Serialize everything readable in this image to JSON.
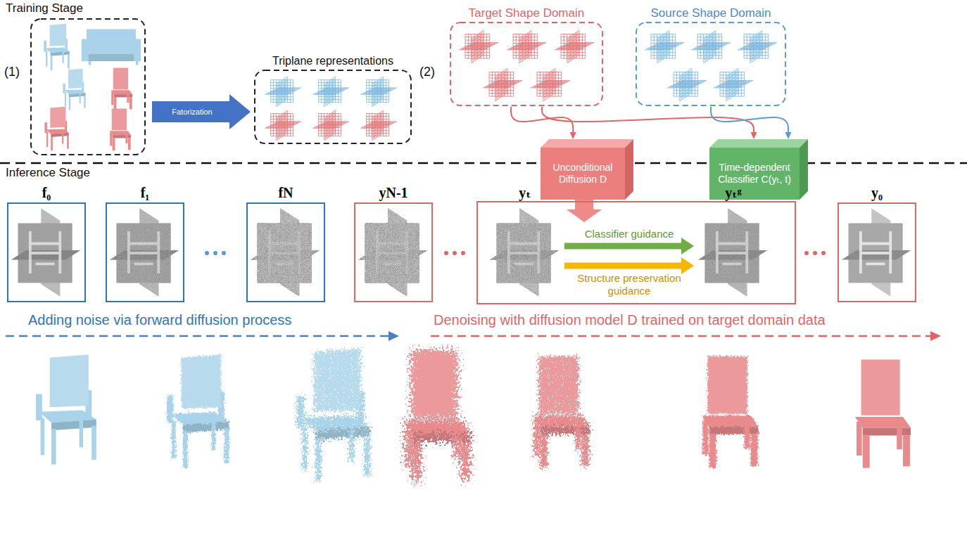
{
  "diagram": {
    "nodes": [
      {
        "text": [
          "Fatorization"
        ]
      },
      {
        "text": [
          "Triplane representations"
        ]
      },
      {
        "text": [
          "Target Shape Domain"
        ]
      },
      {
        "text": [
          "Source Shape Domain"
        ]
      },
      {
        "text": [
          "Unconditional Diffusion D"
        ]
      },
      {
        "text": [
          "Time-dependent Classifier C(yₜ, t)"
        ]
      },
      {
        "text": [
          "f₀"
        ]
      },
      {
        "text": [
          "f₁"
        ]
      },
      {
        "text": [
          "fN"
        ]
      },
      {
        "text": [
          "yN-1"
        ]
      },
      {
        "text": [
          "yₜ"
        ]
      },
      {
        "text": [
          "yₜᵍ"
        ]
      },
      {
        "text": [
          "y₀"
        ]
      }
    ],
    "edges": [
      {
        "from": 2,
        "to": 4,
        "arrow": "to"
      },
      {
        "from": 2,
        "to": 5,
        "arrow": "to"
      },
      {
        "from": 3,
        "to": 5,
        "arrow": "to"
      },
      {
        "from": 10,
        "to": 11,
        "label": "Classifier guidance",
        "arrow": "to"
      },
      {
        "from": 10,
        "to": 11,
        "label": "Structure preservation guidance",
        "arrow": "to"
      }
    ],
    "labels": [
      "Training Stage",
      "(1)",
      "(2)",
      "Inference Stage",
      "Adding noise via forward diffusion process",
      "Denoising with diffusion model D trained on target domain data"
    ]
  }
}
